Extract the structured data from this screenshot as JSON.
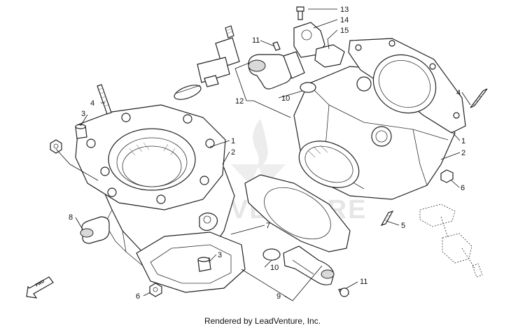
{
  "diagram": {
    "watermark": {
      "text": "ADVENTURE"
    },
    "callouts": {
      "c13": "13",
      "c14": "14",
      "c15": "15",
      "c11a": "11",
      "c12": "12",
      "c10a": "10",
      "c4a": "4",
      "c3a": "3",
      "c1a": "1",
      "c2a": "2",
      "c8": "8",
      "c7": "7",
      "c3b": "3",
      "c10b": "10",
      "c9": "9",
      "c6a": "6",
      "c4b": "4",
      "c1b": "1",
      "c2b": "2",
      "c6b": "6",
      "c5": "5",
      "c11b": "11"
    },
    "fwd_label": "FWD"
  },
  "footer": {
    "text": "Rendered by LeadVenture, Inc."
  }
}
